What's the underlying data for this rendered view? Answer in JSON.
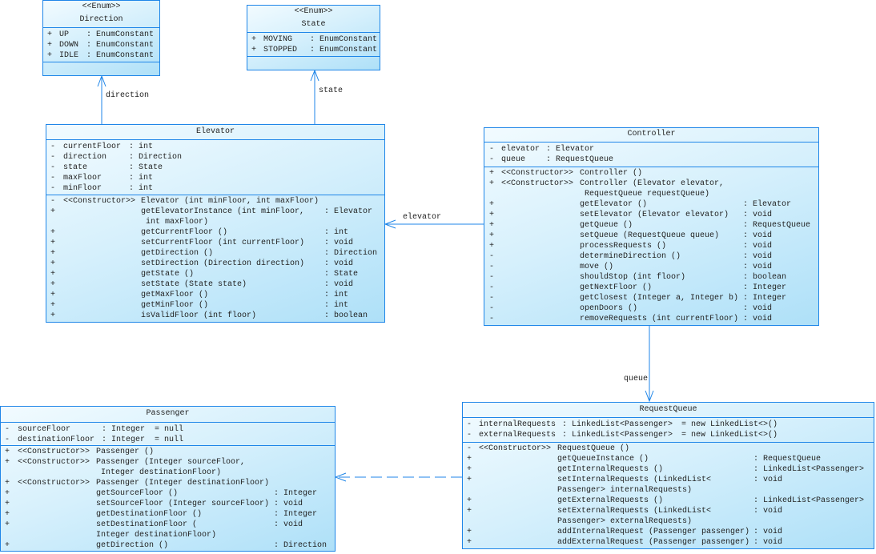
{
  "colors": {
    "border": "#1f86e8",
    "fill_light": "#f2fbff",
    "fill_dark": "#aee0f8",
    "line": "#1f86e8"
  },
  "classes": {
    "direction": {
      "stereotype": "<<Enum>>",
      "name": "Direction",
      "attributes": [
        {
          "vis": "+",
          "name": "UP",
          "type": ": EnumConstant"
        },
        {
          "vis": "+",
          "name": "DOWN",
          "type": ": EnumConstant"
        },
        {
          "vis": "+",
          "name": "IDLE",
          "type": ": EnumConstant"
        }
      ],
      "operations": []
    },
    "state": {
      "stereotype": "<<Enum>>",
      "name": "State",
      "attributes": [
        {
          "vis": "+",
          "name": "MOVING",
          "type": ": EnumConstant"
        },
        {
          "vis": "+",
          "name": "STOPPED",
          "type": ": EnumConstant"
        }
      ],
      "operations": []
    },
    "elevator": {
      "name": "Elevator",
      "attributes": [
        {
          "vis": "-",
          "name": "currentFloor",
          "type": ": int"
        },
        {
          "vis": "-",
          "name": "direction",
          "type": ": Direction"
        },
        {
          "vis": "-",
          "name": "state",
          "type": ": State"
        },
        {
          "vis": "-",
          "name": "maxFloor",
          "type": ": int"
        },
        {
          "vis": "-",
          "name": "minFloor",
          "type": ": int"
        }
      ],
      "operations": [
        {
          "vis": "-",
          "stereo": "<<Constructor>>",
          "sig": "Elevator (int minFloor, int maxFloor)",
          "ret": ""
        },
        {
          "vis": "+",
          "stereo": "",
          "sig": "getElevatorInstance (int minFloor,",
          "ret": ": Elevator"
        },
        {
          "vis": "",
          "stereo": "",
          "sig": " int maxFloor)",
          "ret": ""
        },
        {
          "vis": "+",
          "stereo": "",
          "sig": "getCurrentFloor ()",
          "ret": ": int"
        },
        {
          "vis": "+",
          "stereo": "",
          "sig": "setCurrentFloor (int currentFloor)",
          "ret": ": void"
        },
        {
          "vis": "+",
          "stereo": "",
          "sig": "getDirection ()",
          "ret": ": Direction"
        },
        {
          "vis": "+",
          "stereo": "",
          "sig": "setDirection (Direction direction)",
          "ret": ": void"
        },
        {
          "vis": "+",
          "stereo": "",
          "sig": "getState ()",
          "ret": ": State"
        },
        {
          "vis": "+",
          "stereo": "",
          "sig": "setState (State state)",
          "ret": ": void"
        },
        {
          "vis": "+",
          "stereo": "",
          "sig": "getMaxFloor ()",
          "ret": ": int"
        },
        {
          "vis": "+",
          "stereo": "",
          "sig": "getMinFloor ()",
          "ret": ": int"
        },
        {
          "vis": "+",
          "stereo": "",
          "sig": "isValidFloor (int floor)",
          "ret": ": boolean"
        }
      ]
    },
    "controller": {
      "name": "Controller",
      "attributes": [
        {
          "vis": "-",
          "name": "elevator",
          "type": ": Elevator"
        },
        {
          "vis": "-",
          "name": "queue",
          "type": ": RequestQueue"
        }
      ],
      "operations": [
        {
          "vis": "+",
          "stereo": "<<Constructor>>",
          "sig": "Controller ()",
          "ret": ""
        },
        {
          "vis": "+",
          "stereo": "<<Constructor>>",
          "sig": "Controller (Elevator elevator,",
          "ret": ""
        },
        {
          "vis": "",
          "stereo": "",
          "sig": " RequestQueue requestQueue)",
          "ret": ""
        },
        {
          "vis": "+",
          "stereo": "",
          "sig": "getElevator ()",
          "ret": ": Elevator"
        },
        {
          "vis": "+",
          "stereo": "",
          "sig": "setElevator (Elevator elevator)",
          "ret": ": void"
        },
        {
          "vis": "+",
          "stereo": "",
          "sig": "getQueue ()",
          "ret": ": RequestQueue"
        },
        {
          "vis": "+",
          "stereo": "",
          "sig": "setQueue (RequestQueue queue)",
          "ret": ": void"
        },
        {
          "vis": "+",
          "stereo": "",
          "sig": "processRequests ()",
          "ret": ": void"
        },
        {
          "vis": "-",
          "stereo": "",
          "sig": "determineDirection ()",
          "ret": ": void"
        },
        {
          "vis": "-",
          "stereo": "",
          "sig": "move ()",
          "ret": ": void"
        },
        {
          "vis": "-",
          "stereo": "",
          "sig": "shouldStop (int floor)",
          "ret": ": boolean"
        },
        {
          "vis": "-",
          "stereo": "",
          "sig": "getNextFloor ()",
          "ret": ": Integer"
        },
        {
          "vis": "-",
          "stereo": "",
          "sig": "getClosest (Integer a, Integer b)",
          "ret": ": Integer"
        },
        {
          "vis": "-",
          "stereo": "",
          "sig": "openDoors ()",
          "ret": ": void"
        },
        {
          "vis": "-",
          "stereo": "",
          "sig": "removeRequests (int currentFloor)",
          "ret": ": void"
        }
      ]
    },
    "passenger": {
      "name": "Passenger",
      "attributes": [
        {
          "vis": "-",
          "name": "sourceFloor",
          "type": ": Integer",
          "init": "= null"
        },
        {
          "vis": "-",
          "name": "destinationFloor",
          "type": ": Integer",
          "init": "= null"
        }
      ],
      "operations": [
        {
          "vis": "+",
          "stereo": "<<Constructor>>",
          "sig": "Passenger ()",
          "ret": ""
        },
        {
          "vis": "+",
          "stereo": "<<Constructor>>",
          "sig": "Passenger (Integer sourceFloor,",
          "ret": ""
        },
        {
          "vis": "",
          "stereo": "",
          "sig": " Integer destinationFloor)",
          "ret": ""
        },
        {
          "vis": "+",
          "stereo": "<<Constructor>>",
          "sig": "Passenger (Integer destinationFloor)",
          "ret": ""
        },
        {
          "vis": "+",
          "stereo": "",
          "sig": "getSourceFloor ()",
          "ret": ": Integer"
        },
        {
          "vis": "+",
          "stereo": "",
          "sig": "setSourceFloor (Integer sourceFloor)",
          "ret": ": void"
        },
        {
          "vis": "+",
          "stereo": "",
          "sig": "getDestinationFloor ()",
          "ret": ": Integer"
        },
        {
          "vis": "+",
          "stereo": "",
          "sig": "setDestinationFloor (",
          "ret": ": void"
        },
        {
          "vis": "",
          "stereo": "",
          "sig": "Integer destinationFloor)",
          "ret": ""
        },
        {
          "vis": "+",
          "stereo": "",
          "sig": "getDirection ()",
          "ret": ": Direction"
        }
      ]
    },
    "requestqueue": {
      "name": "RequestQueue",
      "attributes": [
        {
          "vis": "-",
          "name": "internalRequests",
          "type": ": LinkedList<Passenger>",
          "init": "= new LinkedList<>()"
        },
        {
          "vis": "-",
          "name": "externalRequests",
          "type": ": LinkedList<Passenger>",
          "init": "= new LinkedList<>()"
        }
      ],
      "operations": [
        {
          "vis": "-",
          "stereo": "<<Constructor>>",
          "sig": "RequestQueue ()",
          "ret": ""
        },
        {
          "vis": "+",
          "stereo": "",
          "sig": "getQueueInstance ()",
          "ret": ": RequestQueue"
        },
        {
          "vis": "+",
          "stereo": "",
          "sig": "getInternalRequests ()",
          "ret": ": LinkedList<Passenger>"
        },
        {
          "vis": "+",
          "stereo": "",
          "sig": "setInternalRequests (LinkedList<",
          "ret": ": void"
        },
        {
          "vis": "",
          "stereo": "",
          "sig": "Passenger> internalRequests)",
          "ret": ""
        },
        {
          "vis": "+",
          "stereo": "",
          "sig": "getExternalRequests ()",
          "ret": ": LinkedList<Passenger>"
        },
        {
          "vis": "+",
          "stereo": "",
          "sig": "setExternalRequests (LinkedList<",
          "ret": ": void"
        },
        {
          "vis": "",
          "stereo": "",
          "sig": "Passenger> externalRequests)",
          "ret": ""
        },
        {
          "vis": "+",
          "stereo": "",
          "sig": "addInternalRequest (Passenger passenger)",
          "ret": ": void"
        },
        {
          "vis": "+",
          "stereo": "",
          "sig": "addExternalRequest (Passenger passenger)",
          "ret": ": void"
        }
      ]
    }
  },
  "relations": {
    "elevator_direction": "direction",
    "elevator_state": "state",
    "controller_elevator": "elevator",
    "controller_queue": "queue"
  }
}
